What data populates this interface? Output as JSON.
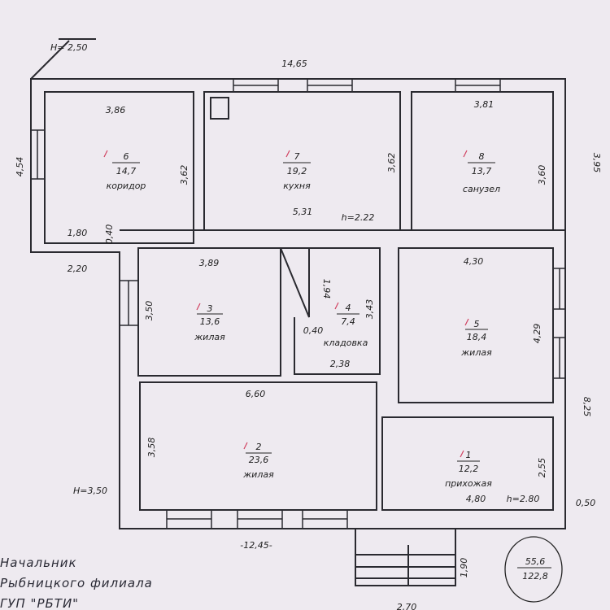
{
  "rooms": [
    {
      "number": "6",
      "area": "14,7",
      "name": "коридор"
    },
    {
      "number": "7",
      "area": "19,2",
      "name": "кухня"
    },
    {
      "number": "8",
      "area": "13,7",
      "name": "санузел"
    },
    {
      "number": "3",
      "area": "13,6",
      "name": "жилая"
    },
    {
      "number": "4",
      "area": "7,4",
      "name": "кладовка"
    },
    {
      "number": "5",
      "area": "18,4",
      "name": "жилая"
    },
    {
      "number": "2",
      "area": "23,6",
      "name": "жилая"
    },
    {
      "number": "1",
      "area": "12,2",
      "name": "прихожая"
    }
  ],
  "dims": {
    "top_total": "14,65",
    "h_top": "H= 2,50",
    "left_upper": "4,54",
    "right_upper": "3,95",
    "r6_w": "3,86",
    "r6_h": "3,62",
    "r6_b": "1,80",
    "r6_b2": "0,40",
    "r6_b3": "2,20",
    "r7_h": "3,62",
    "r7_w": "5,31",
    "r7_hh": "h=2.22",
    "r8_w": "3,81",
    "r8_h": "3,60",
    "r3_w": "3,89",
    "r3_h": "3,50",
    "r4_a": "1,94",
    "r4_h": "3,43",
    "r4_b": "0,40",
    "r4_w": "2,38",
    "r5_w": "4,30",
    "r5_h": "4,29",
    "r2_w": "6,60",
    "r2_h": "3,58",
    "r1_h": "2,55",
    "r1_w": "4,80",
    "r1_hh": "h=2.80",
    "right_lower": "8,25",
    "right_offset": "0,50",
    "h_bottom": "H=3,50",
    "bottom_total": "-12,45-",
    "porch_h": "1,90",
    "porch_w": "2,70"
  },
  "summary": {
    "living": "55,6",
    "total": "122,8"
  },
  "signature": [
    "Начальник",
    "Рыбницкого филиала",
    "ГУП \"РБТИ\""
  ]
}
